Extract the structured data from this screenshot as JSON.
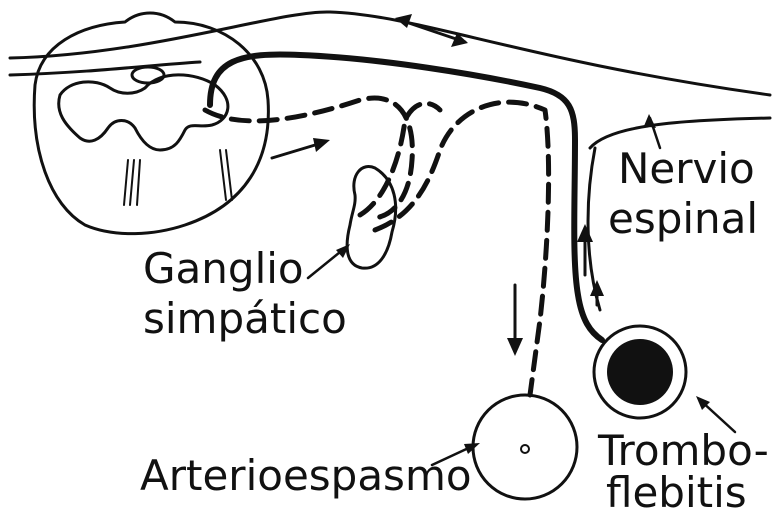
{
  "labels": {
    "nervio_line1": "Nervio",
    "nervio_line2": "espinal",
    "ganglio_line1": "Ganglio",
    "ganglio_line2": "simpático",
    "arterio": "Arterioespasmo",
    "trombo_line1": "Trombo-",
    "trombo_line2": "flebitis"
  },
  "colors": {
    "ink": "#111111",
    "paper": "#ffffff"
  }
}
